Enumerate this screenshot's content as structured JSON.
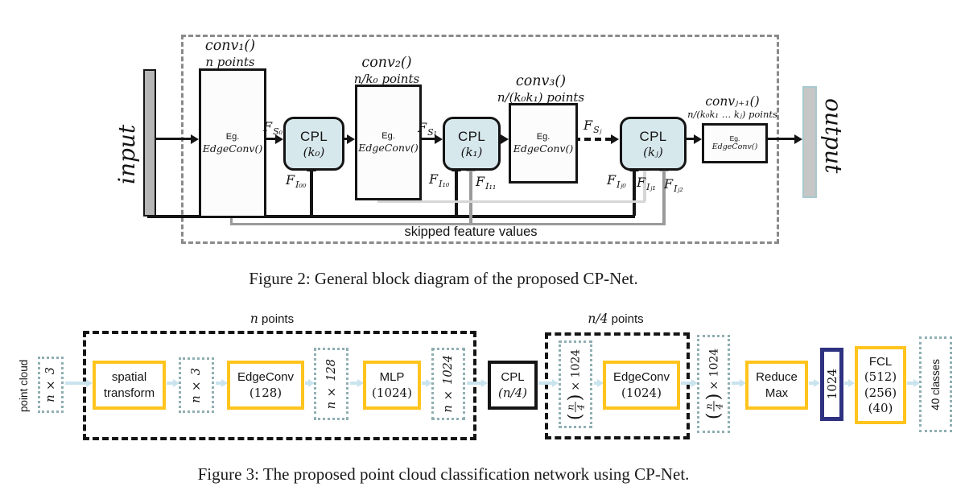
{
  "figure2": {
    "caption": "Figure 2: General block diagram of the proposed CP-Net.",
    "input_label": "input",
    "output_label": "output",
    "skipped_label": "skipped feature values",
    "convs": [
      {
        "title1": "conv₁()",
        "title2": "n points",
        "eg": "Eg.",
        "fn": "EdgeConv()"
      },
      {
        "title1": "conv₂()",
        "title2": "n/k₀ points",
        "eg": "Eg.",
        "fn": "EdgeConv()"
      },
      {
        "title1": "conv₃()",
        "title2": "n/(k₀k₁) points",
        "eg": "Eg.",
        "fn": "EdgeConv()"
      },
      {
        "title1": "convⱼ₊₁()",
        "title2": "n/(k₀k₁ … kⱼ) points",
        "eg": "Eg.",
        "fn": "EdgeConv()"
      }
    ],
    "cpls": [
      {
        "line1": "CPL",
        "line2": "(k₀)"
      },
      {
        "line1": "CPL",
        "line2": "(k₁)"
      },
      {
        "line1": "CPL",
        "line2": "(kⱼ)"
      }
    ],
    "labels": {
      "fs0": {
        "main": "F",
        "sub": "S₀"
      },
      "fs1": {
        "main": "F",
        "sub": "S₁"
      },
      "fsj": {
        "main": "F",
        "sub": "Sⱼ"
      },
      "fi00": {
        "main": "F",
        "sub": "I₀₀"
      },
      "fi10": {
        "main": "F",
        "sub": "I₁₀"
      },
      "fi11": {
        "main": "F",
        "sub": "I₁₁"
      },
      "fij0": {
        "main": "F",
        "sub": "Iⱼ₀"
      },
      "fij1": {
        "main": "F",
        "sub": "Iⱼ₁"
      },
      "fij2": {
        "main": "F",
        "sub": "Iⱼ₂"
      }
    }
  },
  "figure3": {
    "caption": "Figure 3: The proposed point cloud classification network using CP-Net.",
    "source_label": "point cloud",
    "containers": [
      {
        "label_math": "n",
        "label_rest": " points"
      },
      {
        "label_math": "n/4",
        "label_rest": " points"
      }
    ],
    "tensors": {
      "t1": "n × 3",
      "t2": "n × 3",
      "t3": "n × 128",
      "t4": "n × 1024",
      "navy": "1024",
      "out": "40 classes"
    },
    "frac": {
      "open": "(",
      "num": "n",
      "den": "4",
      "close": ")",
      "mult": "× 1024"
    },
    "blocks": {
      "spatial": {
        "l1": "spatial",
        "l2": "transform"
      },
      "edgeconv128": {
        "l1": "EdgeConv",
        "l2": "(128)"
      },
      "mlp": {
        "l1": "MLP",
        "l2": "(1024)"
      },
      "cpl": {
        "l1": "CPL",
        "l2": "(n/4)"
      },
      "edgeconv1024": {
        "l1": "EdgeConv",
        "l2": "(1024)"
      },
      "reducemax": {
        "l1": "Reduce",
        "l2": "Max"
      },
      "fcl": {
        "l1": "FCL",
        "l2": "(512)",
        "l3": "(256)",
        "l4": "(40)"
      }
    }
  },
  "colors": {
    "accent_yellow": "#FFC41D",
    "dotted_teal": "#8FAFB3",
    "arrow_blue": "#C9E4EE",
    "navy": "#2E3180",
    "cpl_fill": "#D7E8EC",
    "bar_gray": "#B6B6B6",
    "skip_gray": "#9A9A9A",
    "skip_lightgray": "#D6D6D6"
  }
}
